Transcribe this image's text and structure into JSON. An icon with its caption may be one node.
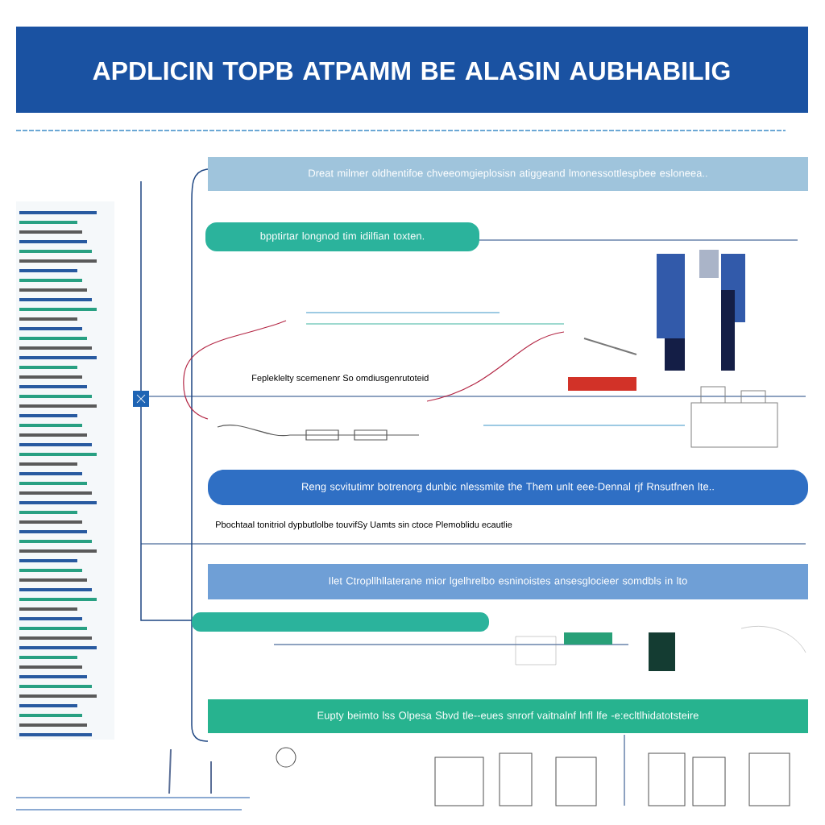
{
  "diagram": {
    "title": "APDLICIN TOPB ATPAMM BE ALASIN AUBHABILIG",
    "nodes": [
      {
        "text": [
          "Dreat milmer oldhentifoe chveeomgieplosisn atiggeand lmonessottlespbee esloneea.."
        ]
      },
      {
        "text": [
          "bpptirtar longnod tim idilfian toxten."
        ]
      },
      {
        "text": [
          "Reng scvitutimr botrenorg dunbic nlessmite the Them unlt eee-Dennal rjf Rnsutfnen lte.."
        ]
      },
      {
        "text": [
          "Ilet Ctropllhllaterane mior lgelhrelbo esninoistes ansesglocieer somdbls in lto"
        ]
      },
      {
        "text": [],
        "shape": "bar"
      },
      {
        "text": [
          "Eupty beimto lss Olpesa Sbvd tle--eues snrorf vaitnalnf lnfl lfe -e:ecltlhidatotsteire"
        ]
      }
    ],
    "labels": [
      "Fepleklelty scemenenr So omdiusgenrutoteid",
      "Pbochtaal tonitriol dypbutlolbe touvifSy Uamts sin ctoce Plemoblidu ecautlie"
    ]
  }
}
